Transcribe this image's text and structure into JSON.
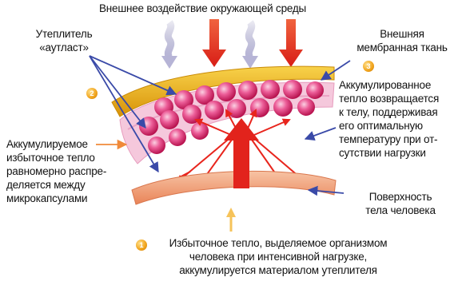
{
  "labels": {
    "top": "Внешнее воздействие окружающей среды",
    "insulation": [
      "Утеплитель",
      "«аутласт»"
    ],
    "membrane": [
      "Внешняя",
      "мембранная ткань"
    ],
    "returned_heat": [
      "Аккумулированное",
      "тепло возвращается",
      "к телу, поддерживая",
      "его оптимальную",
      "температуру при от-",
      "сутствии нагрузки"
    ],
    "accumulated": [
      "Аккумулируемое",
      "избыточное тепло",
      "равномерно распре-",
      "деляется между",
      "микрокапсулами"
    ],
    "body_surface": [
      "Поверхность",
      "тела человека"
    ],
    "excess_heat": [
      "Избыточное тепло, выделяемое организмом",
      "человека при интенсивной нагрузке,",
      "аккумулируется материалом утеплителя"
    ]
  },
  "badges": {
    "one": "1",
    "two": "2",
    "three": "3"
  },
  "colors": {
    "red_arrow": "#e8251d",
    "purple_arrow": "#a8a6c9",
    "blue_pointer": "#3a4aa8",
    "orange_pointer": "#f08a3a",
    "membrane": "#f2b71a",
    "capsule": "#e43a7a",
    "skin": "#f0a37c"
  }
}
